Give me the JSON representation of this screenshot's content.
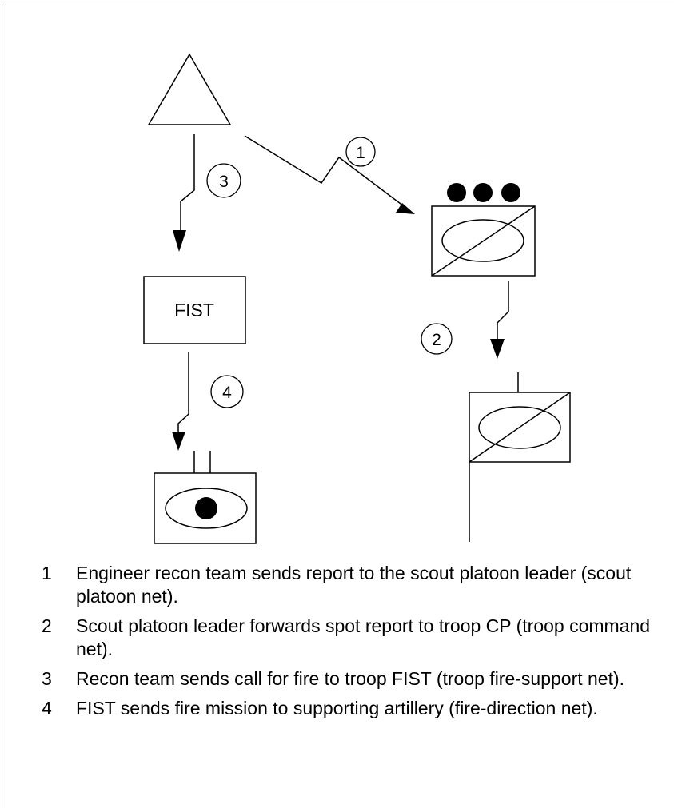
{
  "diagram": {
    "fist_label": "FIST",
    "step_numbers": [
      "1",
      "2",
      "3",
      "4"
    ],
    "nodes": [
      {
        "id": "engineer-recon-team",
        "symbol": "triangle"
      },
      {
        "id": "scout-platoon-leader",
        "symbol": "armored-recon-unit"
      },
      {
        "id": "troop-cp",
        "symbol": "armored-recon-command-post"
      },
      {
        "id": "troop-fist",
        "symbol": "box"
      },
      {
        "id": "supporting-artillery",
        "symbol": "artillery-battery"
      }
    ]
  },
  "legend": [
    {
      "num": "1",
      "text": "Engineer recon team sends report to the scout platoon leader (scout platoon net)."
    },
    {
      "num": "2",
      "text": "Scout platoon leader forwards spot report to troop CP (troop command net)."
    },
    {
      "num": "3",
      "text": "Recon team sends call for fire to troop FIST (troop fire-support net)."
    },
    {
      "num": "4",
      "text": "FIST sends fire mission to supporting artillery (fire-direction net)."
    }
  ]
}
